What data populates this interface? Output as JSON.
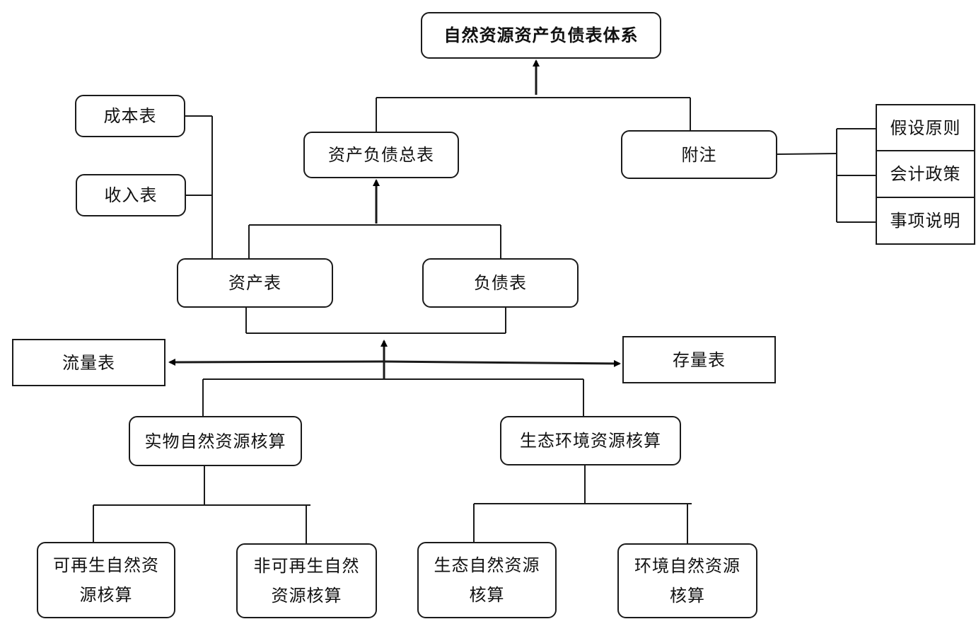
{
  "nodes": {
    "system": "自然资源资产负债表体系",
    "balance_summary": "资产负债总表",
    "notes": "附注",
    "assumptions": "假设原则",
    "accounting_policy": "会计政策",
    "matters_explained": "事项说明",
    "cost_table": "成本表",
    "income_table": "收入表",
    "asset_table": "资产表",
    "liability_table": "负债表",
    "flow_table": "流量表",
    "stock_table": "存量表",
    "physical_accounting": "实物自然资源核算",
    "eco_env_accounting": "生态环境资源核算",
    "renewable": [
      "可再生自然资",
      "源核算"
    ],
    "non_renewable": [
      "非可再生自然",
      "资源核算"
    ],
    "ecological": [
      "生态自然资源",
      "核算"
    ],
    "environmental": [
      "环境自然资源",
      "核算"
    ]
  }
}
